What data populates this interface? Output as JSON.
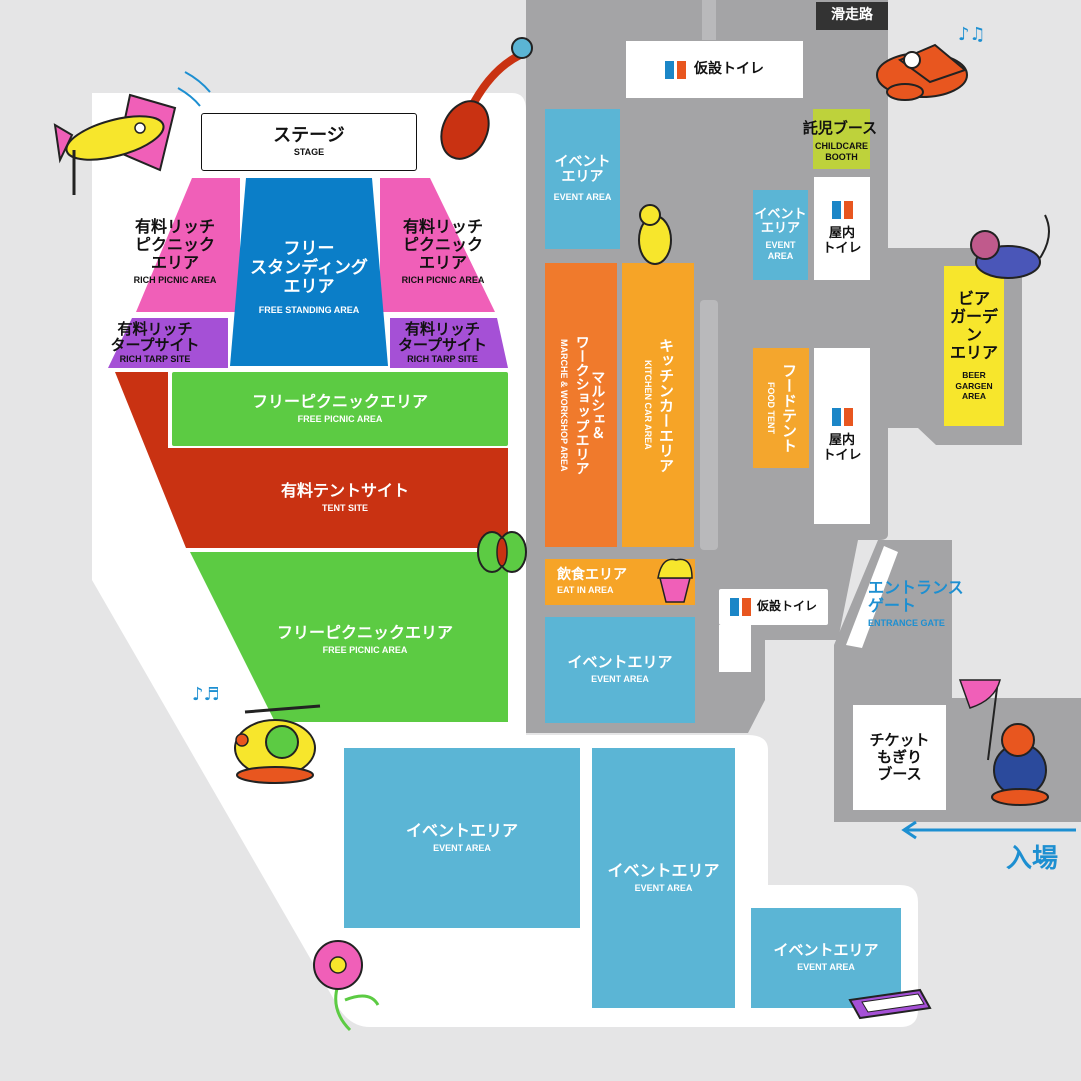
{
  "colors": {
    "background": "#e5e5e6",
    "walkway": "#ffffff",
    "paved": "#a4a4a6",
    "event": "#5bb5d5",
    "stage_blue": "#0b7ec8",
    "rich_picnic_pink": "#f05fb8",
    "rich_tarp_purple": "#a550d6",
    "free_picnic_green": "#5ccb43",
    "tent_red": "#c93212",
    "marche_orange": "#f07a2c",
    "kitchen_orange": "#f6a427",
    "food_tent_orange": "#f4a62d",
    "beer_yellow": "#f7e62c",
    "childcare_green": "#bed23b",
    "entrance_blue": "#1d8fd1"
  },
  "zones": {
    "stage": {
      "jp": "ステージ",
      "en": "STAGE"
    },
    "free_standing": {
      "jp": "フリー\nスタンディング\nエリア",
      "en": "FREE STANDING AREA"
    },
    "rich_picnic_left": {
      "jp": "有料リッチ\nピクニック\nエリア",
      "en": "RICH PICNIC AREA"
    },
    "rich_picnic_right": {
      "jp": "有料リッチ\nピクニック\nエリア",
      "en": "RICH PICNIC AREA"
    },
    "rich_tarp_left": {
      "jp": "有料リッチ\nタープサイト",
      "en": "RICH TARP SITE"
    },
    "rich_tarp_right": {
      "jp": "有料リッチ\nタープサイト",
      "en": "RICH TARP SITE"
    },
    "free_picnic_top": {
      "jp": "フリーピクニックエリア",
      "en": "FREE PICNIC AREA"
    },
    "tent_site": {
      "jp": "有料テントサイト",
      "en": "TENT SITE"
    },
    "free_picnic_bottom": {
      "jp": "フリーピクニックエリア",
      "en": "FREE PICNIC AREA"
    },
    "event_top": {
      "jp": "イベント\nエリア",
      "en": "EVENT AREA"
    },
    "marche": {
      "jp": "マルシェ＆\nワークショップエリア",
      "en": "MARCHE & WORKSHOP AREA"
    },
    "kitchen_car": {
      "jp": "キッチンカーエリア",
      "en": "KITCHEN CAR AREA"
    },
    "eat_in": {
      "jp": "飲食エリア",
      "en": "EAT IN AREA"
    },
    "event_mid": {
      "jp": "イベントエリア",
      "en": "EVENT AREA"
    },
    "event_bottom_left": {
      "jp": "イベントエリア",
      "en": "EVENT AREA"
    },
    "event_bottom_center": {
      "jp": "イベントエリア",
      "en": "EVENT AREA"
    },
    "event_bottom_right": {
      "jp": "イベントエリア",
      "en": "EVENT AREA"
    },
    "event_small": {
      "jp": "イベント\nエリア",
      "en": "EVENT\nAREA"
    },
    "food_tent": {
      "jp": "フードテント",
      "en": "FOOD TENT"
    },
    "childcare": {
      "jp": "託児ブース",
      "en": "CHILDCARE\nBOOTH"
    },
    "beer_garden": {
      "jp": "ビア\nガーデン\nエリア",
      "en": "BEER GARGEN\nAREA"
    },
    "indoor_toilet_top": {
      "jp": "屋内\nトイレ"
    },
    "indoor_toilet_bottom": {
      "jp": "屋内\nトイレ"
    },
    "temp_toilet_top": {
      "jp": "仮設トイレ"
    },
    "temp_toilet_mid": {
      "jp": "仮設トイレ"
    },
    "ticket_booth": {
      "jp": "チケット\nもぎり\nブース"
    },
    "entrance_gate": {
      "jp": "エントランス\nゲート",
      "en": "ENTRANCE GATE"
    }
  },
  "labels": {
    "runway": "滑走路",
    "entry": "入場"
  },
  "icons": [
    "toilet-icon",
    "airplane-icon",
    "guitar-icon",
    "helicopter-icon",
    "flower-icon",
    "bug-icon",
    "mascot-icon",
    "soft-cream-icon",
    "music-note-icon",
    "arrow-left-icon"
  ]
}
